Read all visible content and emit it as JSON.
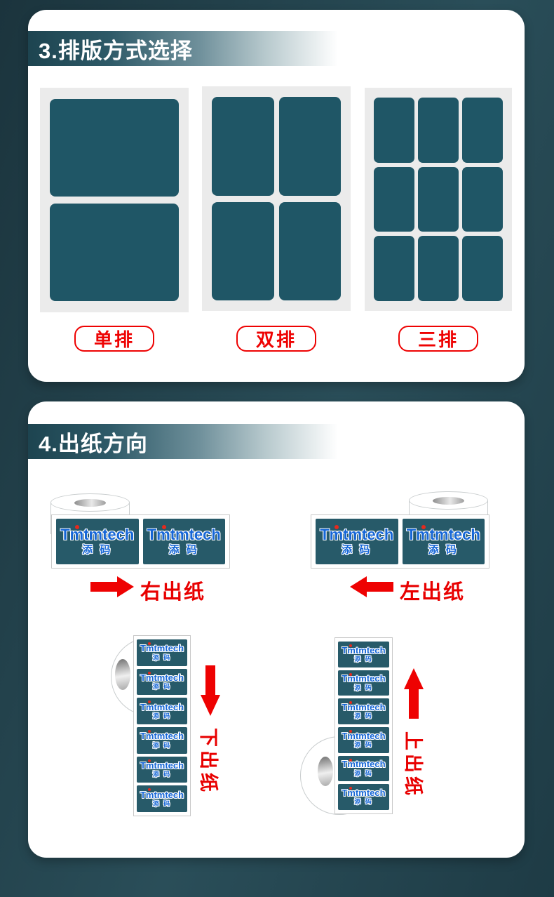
{
  "colors": {
    "background_teal": "#1d3a44",
    "header_teal": "#1d4450",
    "tile_teal": "#1f5666",
    "label_teal": "#275a69",
    "accent_red": "#ee0202",
    "brand_blue": "#1566d6"
  },
  "brand": {
    "name": "Tmtmtech",
    "cn": "添 码"
  },
  "section_layout": {
    "title": "3.排版方式选择",
    "options": [
      {
        "label": "单排",
        "rows": 2,
        "cols": 1
      },
      {
        "label": "双排",
        "rows": 2,
        "cols": 2
      },
      {
        "label": "三排",
        "rows": 3,
        "cols": 3
      }
    ]
  },
  "section_feed": {
    "title": "4.出纸方向",
    "directions": [
      {
        "label": "右出纸",
        "arrow": "right"
      },
      {
        "label": "左出纸",
        "arrow": "left"
      },
      {
        "label": "下出纸",
        "arrow": "down"
      },
      {
        "label": "上出纸",
        "arrow": "up"
      }
    ]
  }
}
